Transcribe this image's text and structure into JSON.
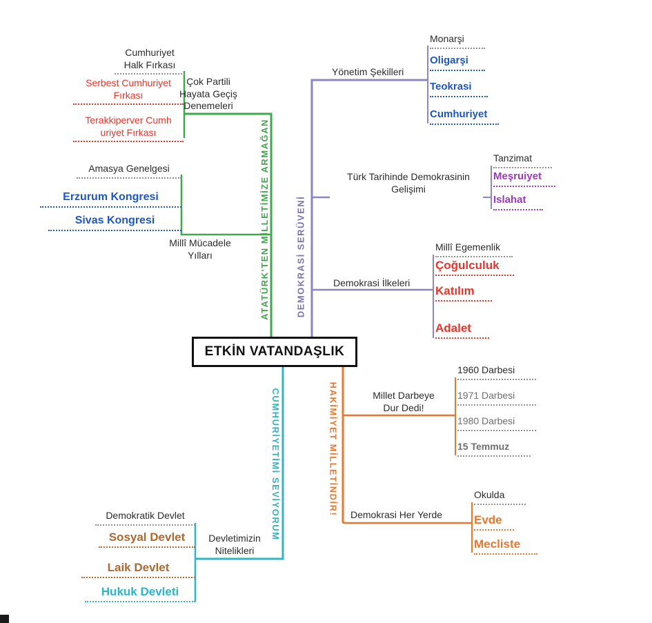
{
  "center": {
    "title": "ETKİN VATANDAŞLIK"
  },
  "colors": {
    "green": "#3fa84c",
    "purple_line": "#8b85c1",
    "purple_text": "#7b74ae",
    "orange": "#e8772e",
    "teal": "#2db4c6",
    "blue_text": "#1d57c3",
    "red_text": "#e8342a",
    "violet_text": "#9a3ab8",
    "brown_text": "#b0682f",
    "gray_text": "#6e6e6e"
  },
  "branches": {
    "ataturk": {
      "label": "ATATÜRK'TEN MİLLETİMİZE ARMAĞAN",
      "nodes": {
        "cok_partili": "Çok Partili\nHayata Geçiş\nDenemeleri",
        "chf": "Cumhuriyet\nHalk Fırkası",
        "scf": "Serbest Cumhuriyet\nFırkası",
        "tcf": "Terakkiperver Cumh\nuriyet Fırkası",
        "milli_mucadele": "Millî Mücadele\nYılları",
        "amasya": "Amasya Genelgesi",
        "erzurum": "Erzurum Kongresi",
        "sivas": "Sivas Kongresi"
      }
    },
    "demokrasi_seruveni": {
      "label": "DEMOKRASİ SERÜVENİ",
      "nodes": {
        "yonetim": "Yönetim Şekilleri",
        "monarsi": "Monarşi",
        "oligarsi": "Oligarşi",
        "teokrasi": "Teokrasi",
        "cumhuriyet": "Cumhuriyet",
        "turk_tarihi": "Türk Tarihinde Demokrasinin\nGelişimi",
        "tanzimat": "Tanzimat",
        "mesruiyet": "Meşruiyet",
        "islahat": "Islahat",
        "ilkeler": "Demokrasi İlkeleri",
        "milli_egemenlik": "Millî Egemenlik",
        "cogulculuk": "Çoğulculuk",
        "katilim": "Katılım",
        "adalet": "Adalet"
      }
    },
    "hakimiyet": {
      "label": "HAKİMİYET MİLLETİNDİR!",
      "nodes": {
        "darbe": "Millet Darbeye\nDur Dedi!",
        "d1960": "1960 Darbesi",
        "d1971": "1971 Darbesi",
        "d1980": "1980 Darbesi",
        "temmuz15": "15 Temmuz",
        "her_yerde": "Demokrasi Her Yerde",
        "okulda": "Okulda",
        "evde": "Evde",
        "mecliste": "Mecliste"
      }
    },
    "cumhuriyetimi": {
      "label": "CUMHURİYETİMİ SEVİYORUM",
      "nodes": {
        "nitelikler": "Devletimizin\nNitelikleri",
        "demokratik": "Demokratik Devlet",
        "sosyal": "Sosyal Devlet",
        "laik": "Laik Devlet",
        "hukuk": "Hukuk Devleti"
      }
    }
  }
}
